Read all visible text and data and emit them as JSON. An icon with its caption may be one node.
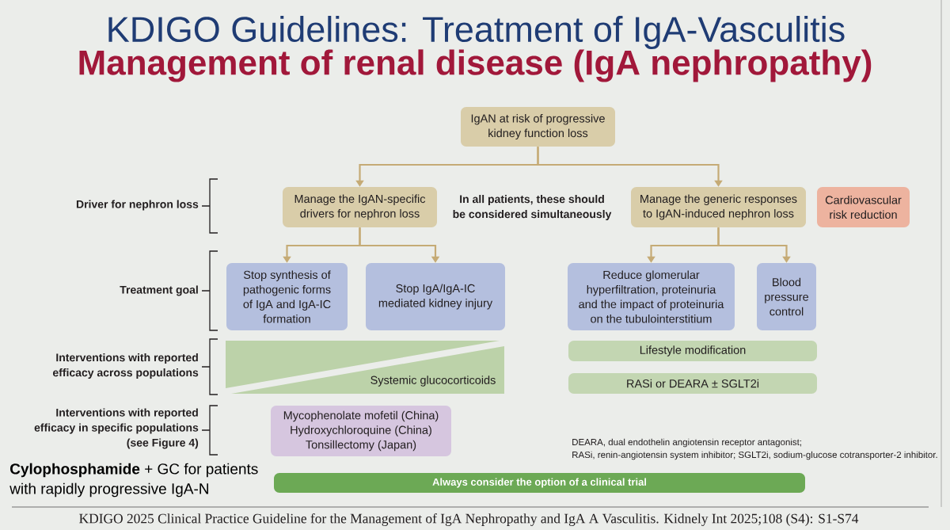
{
  "diagram": {
    "title": "KDIGO Guidelines: Treatment of IgA-Vasculitis",
    "caption": "KDIGO 2025 Clinical Practice Guideline for the Management of IgA Nephropathy and IgA A Vasculitis. Kidnely Int 2025;108 (S4): S1-S74",
    "nodes": [
      {
        "text": [
          "IgAN at risk of progressive kidney function loss"
        ]
      },
      {
        "text": [
          "Manage the IgAN-specific drivers for nephron loss"
        ]
      },
      {
        "text": [
          "Manage the generic responses to IgAN-induced nephron loss"
        ]
      },
      {
        "text": [
          "Cardiovascular risk reduction"
        ]
      },
      {
        "text": [
          "Stop synthesis of pathogenic forms of IgA and IgA-IC formation"
        ]
      },
      {
        "text": [
          "Stop IgA/IgA-IC mediated kidney injury"
        ]
      },
      {
        "text": [
          "Reduce glomerular hyperfiltration, proteinuria and the impact of proteinuria on the tubulointerstitium"
        ]
      },
      {
        "text": [
          "Blood pressure control"
        ]
      },
      {
        "text": [],
        "shape": "triangle"
      },
      {
        "text": [
          "Systemic glucocorticoids"
        ]
      },
      {
        "text": [
          "Lifestyle modification"
        ]
      },
      {
        "text": [
          "RASi or DEARA ± SGLT2i"
        ]
      },
      {
        "text": [
          "Mycophenolate mofetil (China)",
          "Hydroxychloroquine (China)",
          "Tonsillectomy (Japan)"
        ]
      },
      {
        "text": [
          "Always consider the option of a clinical trial"
        ]
      }
    ],
    "edges": [
      {
        "from": 0,
        "to": 1,
        "arrow": "to"
      },
      {
        "from": 0,
        "to": 2,
        "arrow": "to"
      },
      {
        "from": 1,
        "to": 4,
        "arrow": "to"
      },
      {
        "from": 1,
        "to": 5,
        "arrow": "to"
      },
      {
        "from": 2,
        "to": 6,
        "arrow": "to"
      },
      {
        "from": 2,
        "to": 7,
        "arrow": "to"
      }
    ],
    "labels": [
      "Management of renal disease (IgA nephropathy)",
      "Driver for nephron loss",
      "In all patients, these should be considered simultaneously",
      "Treatment goal",
      "Interventions with reported efficacy across populations",
      "Interventions with reported efficacy in specific populations (see Figure 4)",
      "**Cylophosphamide** + GC for patients with rapidly progressive IgA-N",
      "DEARA, dual endothelin angiotensin receptor antagonist;",
      "RASi, renin-angiotensin system inhibitor; SGLT2i, sodium-glucose cotransporter-2 inhibitor."
    ]
  }
}
